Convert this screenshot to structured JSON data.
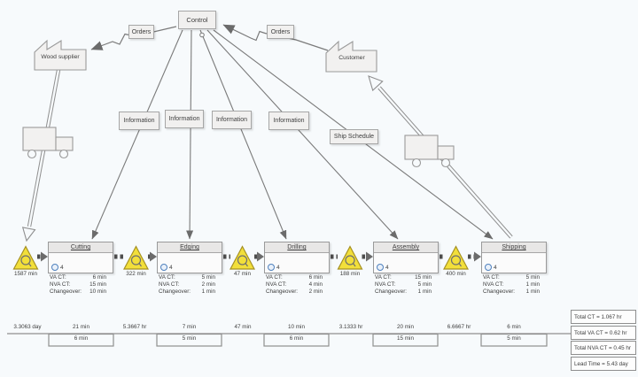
{
  "top": {
    "control": "Control",
    "orders_left": "Orders",
    "orders_right": "Orders",
    "wood_supplier": "Wood supplier",
    "customer": "Customer",
    "information": [
      "Information",
      "Information",
      "Information",
      "Information"
    ],
    "ship_schedule": "Ship Schedule"
  },
  "attr_labels": {
    "va": "VA CT:",
    "nva": "NVA CT:",
    "changeover": "Changeover:"
  },
  "processes": [
    {
      "title": "Cutting",
      "operators": "4",
      "va_ct": "6 min",
      "nva_ct": "15 min",
      "changeover": "10 min"
    },
    {
      "title": "Edging",
      "operators": "4",
      "va_ct": "5 min",
      "nva_ct": "2 min",
      "changeover": "1 min"
    },
    {
      "title": "Drilling",
      "operators": "4",
      "va_ct": "6 min",
      "nva_ct": "4 min",
      "changeover": "2 min"
    },
    {
      "title": "Assembly",
      "operators": "4",
      "va_ct": "15 min",
      "nva_ct": "5 min",
      "changeover": "1 min"
    },
    {
      "title": "Shipping",
      "operators": "4",
      "va_ct": "5 min",
      "nva_ct": "1 min",
      "changeover": "1 min"
    }
  ],
  "inventories": [
    "1587 min",
    "322 min",
    "47 min",
    "188 min",
    "400 min"
  ],
  "timeline": {
    "waits": [
      "3.3063 day",
      "5.3667 hr",
      "47 min",
      "3.1333 hr",
      "6.6667 hr"
    ],
    "steps": [
      {
        "total": "21 min",
        "va": "6 min"
      },
      {
        "total": "7 min",
        "va": "5 min"
      },
      {
        "total": "10 min",
        "va": "6 min"
      },
      {
        "total": "20 min",
        "va": "15 min"
      },
      {
        "total": "6 min",
        "va": "5 min"
      }
    ]
  },
  "summary": [
    "Total CT = 1.067 hr",
    "Total VA CT = 0.62 hr",
    "Total NVA CT = 0.45 hr",
    "Lead Time = 5.43 day"
  ],
  "icons": {
    "factory": "factory-icon",
    "truck": "truck-icon",
    "inventory": "inventory-triangle-icon",
    "operator": "operator-icon"
  },
  "colors": {
    "background": "#f7fafc",
    "inventory_yellow": "#f2df3a",
    "line_gray": "#6f6f6f",
    "box_border": "#a6a6a6",
    "operator_blue": "#4f81bd"
  }
}
